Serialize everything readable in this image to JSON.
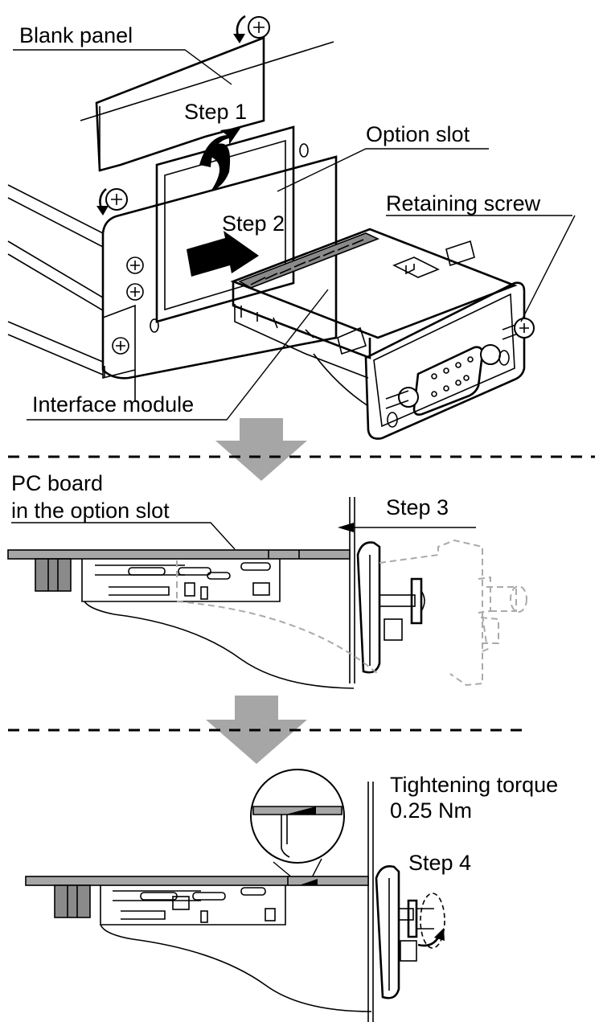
{
  "labels": {
    "blank_panel": "Blank panel",
    "step1": "Step 1",
    "option_slot": "Option slot",
    "step2": "Step 2",
    "retaining_screw": "Retaining screw",
    "interface_module": "Interface module",
    "pc_board_line1": "PC board",
    "pc_board_line2": "in the option slot",
    "step3": "Step 3",
    "torque_line1": "Tightening torque",
    "torque_line2": "0.25 Nm",
    "step4": "Step 4"
  },
  "colors": {
    "big_arrow": "#a6a6a6",
    "ghost": "#aaaaaa",
    "board": "#a6a6a6"
  }
}
